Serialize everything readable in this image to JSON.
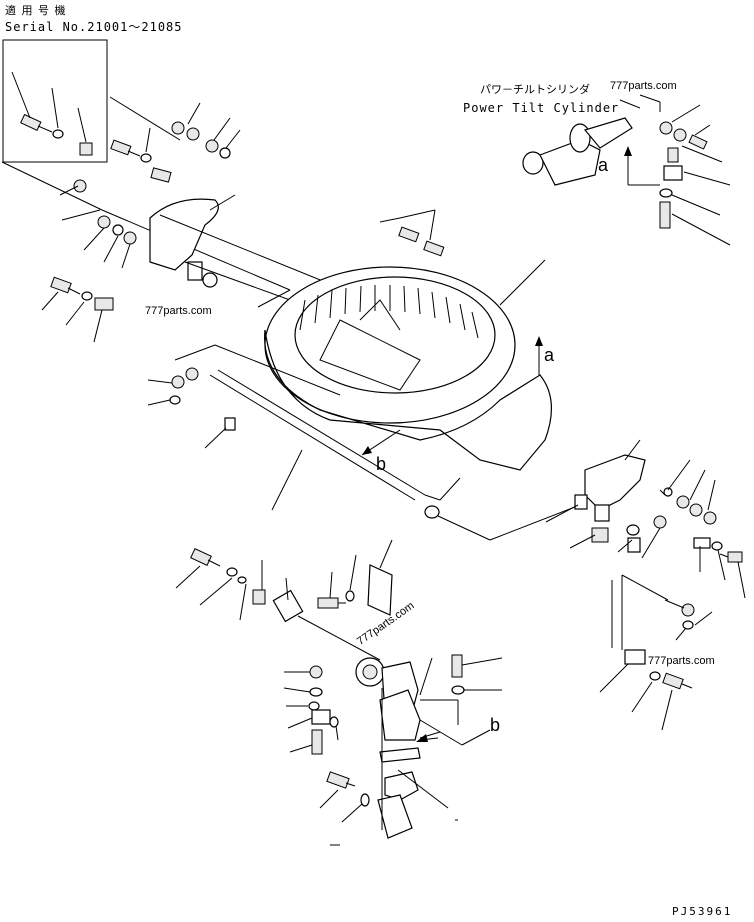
{
  "header": {
    "applicable_jp": "適 用 号 機",
    "serial": "Serial No.21001～21085"
  },
  "callout": {
    "title_jp": "パワ－チルトシリンダ",
    "title_en": "Power Tilt Cylinder"
  },
  "labels": {
    "a_top": "a",
    "a_mid": "a",
    "b_mid": "b",
    "b_low": "b"
  },
  "watermarks": [
    "777parts.com",
    "777parts.com",
    "777parts.com",
    "777parts.com"
  ],
  "drawing_number": "PJ53961"
}
